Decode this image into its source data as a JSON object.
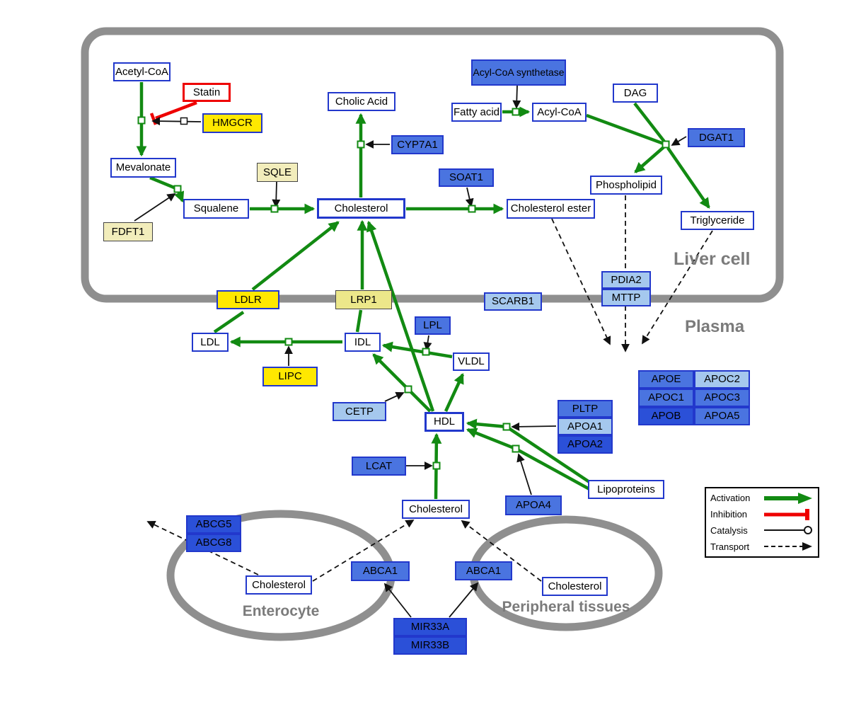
{
  "compartments": {
    "liver": "Liver cell",
    "plasma": "Plasma",
    "enterocyte": "Enterocyte",
    "peripheral": "Peripheral tissues"
  },
  "nodes": {
    "acetyl_coa": "Acetyl-CoA",
    "statin": "Statin",
    "hmgcr": "HMGCR",
    "mevalonate": "Mevalonate",
    "fdft1": "FDFT1",
    "squalene": "Squalene",
    "sqle": "SQLE",
    "cholesterol_liver": "Cholesterol",
    "cholic_acid": "Cholic Acid",
    "cyp7a1": "CYP7A1",
    "soat1": "SOAT1",
    "cholesterol_ester": "Cholesterol ester",
    "acyl_coa_synthetase": "Acyl-CoA synthetase",
    "fatty_acid": "Fatty acid",
    "acyl_coa": "Acyl-CoA",
    "dag": "DAG",
    "dgat1": "DGAT1",
    "phospholipid": "Phospholipid",
    "triglyceride": "Triglyceride",
    "pdia2": "PDIA2",
    "mttp": "MTTP",
    "ldlr": "LDLR",
    "lrp1": "LRP1",
    "scarb1": "SCARB1",
    "ldl": "LDL",
    "idl": "IDL",
    "lpl": "LPL",
    "vldl": "VLDL",
    "lipc": "LIPC",
    "cetp": "CETP",
    "hdl": "HDL",
    "pltp": "PLTP",
    "apoa1": "APOA1",
    "apoa2": "APOA2",
    "apoe": "APOE",
    "apoc2": "APOC2",
    "apoc1": "APOC1",
    "apoc3": "APOC3",
    "apob": "APOB",
    "apoa5": "APOA5",
    "lcat": "LCAT",
    "apoa4": "APOA4",
    "lipoproteins": "Lipoproteins",
    "cholesterol_plasma": "Cholesterol",
    "abcg5": "ABCG5",
    "abcg8": "ABCG8",
    "cholesterol_enterocyte": "Cholesterol",
    "abca1_enterocyte": "ABCA1",
    "abca1_peripheral": "ABCA1",
    "cholesterol_peripheral": "Cholesterol",
    "mir33a": "MIR33A",
    "mir33b": "MIR33B"
  },
  "legend": {
    "activation": "Activation",
    "inhibition": "Inhibition",
    "catalysis": "Catalysis",
    "transport": "Transport"
  },
  "colors": {
    "activation_green": "#128a12",
    "inhibition_red": "#ee0000",
    "metabolite_border_blue": "#2238cc",
    "gene_blue": "#4a74e0",
    "gene_blue_dark": "#2b50d8",
    "gene_blue_light": "#a5c8ee",
    "enzyme_yellow": "#ffe800",
    "enzyme_pale_yellow": "#f2edbb",
    "compartment_gray": "#8f8f8f"
  }
}
